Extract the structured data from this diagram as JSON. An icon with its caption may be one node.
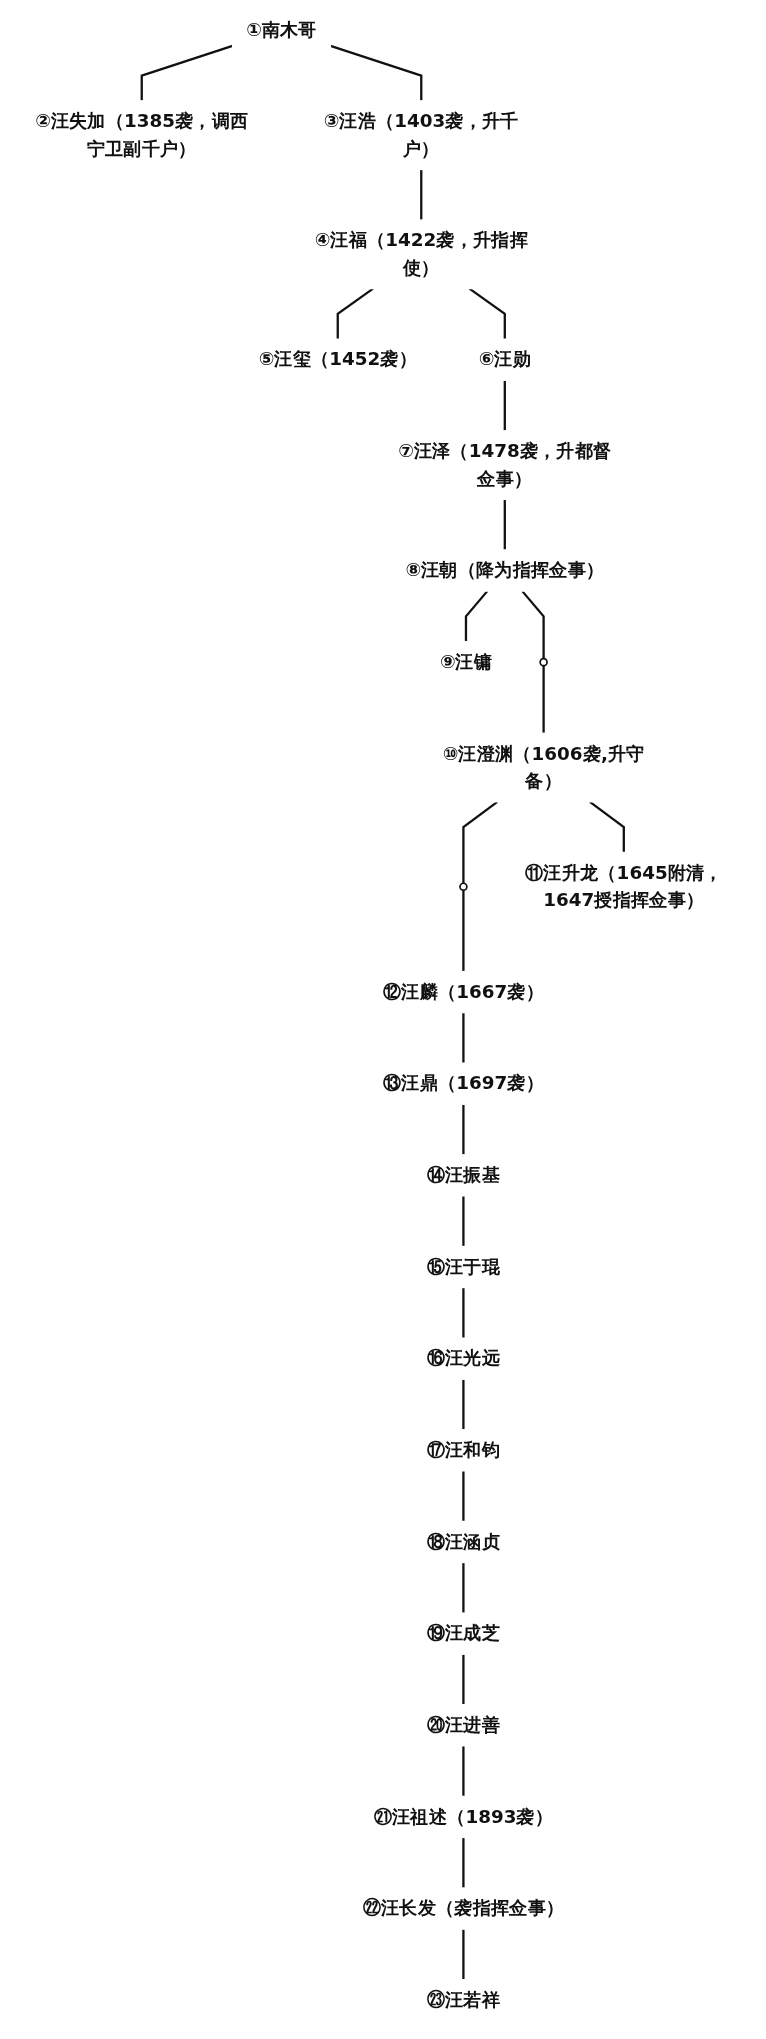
{
  "diagram": {
    "nodes": [
      {
        "text": [
          "①南木哥"
        ]
      },
      {
        "text": [
          "②汪失加（1385袭，调西宁卫副千户）"
        ]
      },
      {
        "text": [
          "③汪浩（1403袭，升千户）"
        ]
      },
      {
        "text": [
          "④汪福（1422袭，升指挥使）"
        ]
      },
      {
        "text": [
          "⑤汪玺（1452袭）"
        ]
      },
      {
        "text": [
          "⑥汪勋"
        ]
      },
      {
        "text": [
          "⑦汪泽（1478袭，升都督佥事）"
        ]
      },
      {
        "text": [
          "⑧汪朝（降为指挥佥事）"
        ]
      },
      {
        "text": [
          "⑨汪镛"
        ]
      },
      {
        "text": [],
        "shape": "circle"
      },
      {
        "text": [
          "⑩汪澄渊（1606袭,升守备）"
        ]
      },
      {
        "text": [],
        "shape": "circle"
      },
      {
        "text": [
          "⑪汪升龙（1645附清，1647授指挥佥事）"
        ]
      },
      {
        "text": [
          "⑫汪麟（1667袭）"
        ]
      },
      {
        "text": [
          "⑬汪鼎（1697袭）"
        ]
      },
      {
        "text": [
          "⑭汪振基"
        ]
      },
      {
        "text": [
          "⑮汪于琨"
        ]
      },
      {
        "text": [
          "⑯汪光远"
        ]
      },
      {
        "text": [
          "⑰汪和钧"
        ]
      },
      {
        "text": [
          "⑱汪涵贞"
        ]
      },
      {
        "text": [
          "⑲汪成芝"
        ]
      },
      {
        "text": [
          "⑳汪进善"
        ]
      },
      {
        "text": [
          "㉑汪祖述（1893袭）"
        ]
      },
      {
        "text": [
          "㉒汪长发（袭指挥佥事）"
        ]
      },
      {
        "text": [
          "㉓汪若祥"
        ]
      }
    ],
    "edges": [
      {
        "from": 0,
        "to": 2,
        "arrow": "none"
      },
      {
        "from": 0,
        "to": 1,
        "arrow": "none"
      },
      {
        "from": 2,
        "to": 3,
        "arrow": "none"
      },
      {
        "from": 3,
        "to": 4,
        "arrow": "none"
      },
      {
        "from": 3,
        "to": 5,
        "arrow": "none"
      },
      {
        "from": 5,
        "to": 6,
        "arrow": "none"
      },
      {
        "from": 6,
        "to": 7,
        "arrow": "none"
      },
      {
        "from": 7,
        "to": 8,
        "arrow": "none"
      },
      {
        "from": 7,
        "to": 9,
        "arrow": "none"
      },
      {
        "from": 9,
        "to": 10,
        "arrow": "none"
      },
      {
        "from": 10,
        "to": 11,
        "arrow": "none"
      },
      {
        "from": 10,
        "to": 12,
        "arrow": "none"
      },
      {
        "from": 11,
        "to": 13,
        "arrow": "none"
      },
      {
        "from": 13,
        "to": 14,
        "arrow": "none"
      },
      {
        "from": 14,
        "to": 15,
        "arrow": "none"
      },
      {
        "from": 15,
        "to": 16,
        "arrow": "none"
      },
      {
        "from": 16,
        "to": 17,
        "arrow": "none"
      },
      {
        "from": 17,
        "to": 18,
        "arrow": "none"
      },
      {
        "from": 18,
        "to": 19,
        "arrow": "none"
      },
      {
        "from": 19,
        "to": 20,
        "arrow": "none"
      },
      {
        "from": 20,
        "to": 21,
        "arrow": "none"
      },
      {
        "from": 21,
        "to": 22,
        "arrow": "none"
      },
      {
        "from": 22,
        "to": 23,
        "arrow": "none"
      },
      {
        "from": 23,
        "to": 24,
        "arrow": "none"
      }
    ]
  }
}
